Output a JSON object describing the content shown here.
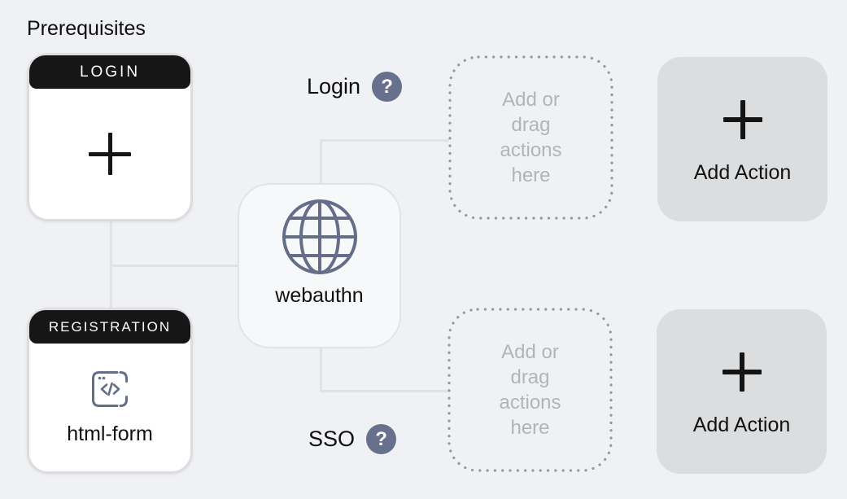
{
  "title": "Prerequisites",
  "prerequisite_cards": [
    {
      "header": "LOGIN",
      "icon": "plus-icon"
    },
    {
      "header": "REGISTRATION",
      "icon": "html-form-code-icon",
      "label": "html-form"
    }
  ],
  "webauthn_node": {
    "label": "webauthn",
    "icon": "globe-icon"
  },
  "flow_labels": [
    {
      "label": "Login",
      "help_glyph": "?"
    },
    {
      "label": "SSO",
      "help_glyph": "?"
    }
  ],
  "drop_zones": [
    {
      "lines": [
        "Add or",
        "drag",
        "actions",
        "here"
      ]
    },
    {
      "lines": [
        "Add or",
        "drag",
        "actions",
        "here"
      ]
    }
  ],
  "add_action_buttons": [
    {
      "label": "Add Action",
      "icon": "plus-icon"
    },
    {
      "label": "Add Action",
      "icon": "plus-icon"
    }
  ],
  "colors": {
    "canvas_bg": "#f0f1f4",
    "card_header": "#161616",
    "node_icon_slate": "#646e88",
    "help_icon_bg": "#67708c",
    "connector": "#e1e2e5",
    "dropzone_dots": "#97989b",
    "dropzone_text": "#b2b4b7",
    "add_action_bg": "#dcddde"
  }
}
